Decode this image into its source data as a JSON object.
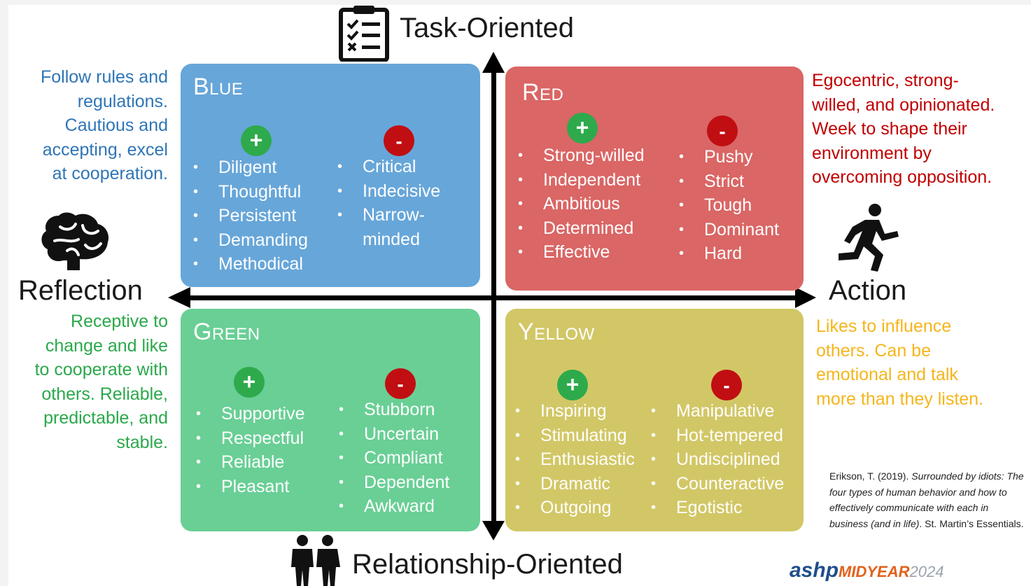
{
  "axes": {
    "top": "Task-Oriented",
    "bottom": "Relationship-Oriented",
    "left": "Reflection",
    "right": "Action"
  },
  "quadrants": {
    "blue": {
      "title": "Blue",
      "color": "#67a6d9",
      "plus": "+",
      "minus": "-",
      "positives": [
        "Diligent",
        "Thoughtful",
        "Persistent",
        "Demanding",
        "Methodical"
      ],
      "negatives": [
        "Critical",
        "Indecisive",
        "Narrow-",
        "minded"
      ]
    },
    "red": {
      "title": "Red",
      "color": "#da6665",
      "plus": "+",
      "minus": "-",
      "positives": [
        "Strong-willed",
        "Independent",
        "Ambitious",
        "Determined",
        "Effective"
      ],
      "negatives": [
        "Pushy",
        "Strict",
        "Tough",
        "Dominant",
        "Hard"
      ]
    },
    "green": {
      "title": "Green",
      "color": "#69cf95",
      "plus": "+",
      "minus": "-",
      "positives": [
        "Supportive",
        "Respectful",
        "Reliable",
        "Pleasant"
      ],
      "negatives": [
        "Stubborn",
        "Uncertain",
        "Compliant",
        "Dependent",
        "Awkward"
      ]
    },
    "yellow": {
      "title": "Yellow",
      "color": "#d2c766",
      "plus": "+",
      "minus": "-",
      "positives": [
        "Inspiring",
        "Stimulating",
        "Enthusiastic",
        "Dramatic",
        "Outgoing"
      ],
      "negatives": [
        "Manipulative",
        "Hot-tempered",
        "Undisciplined",
        "Counteractive",
        "Egotistic"
      ]
    }
  },
  "descriptions": {
    "blue": [
      "Follow rules and",
      "regulations.",
      "Cautious and",
      "accepting, excel",
      "at cooperation."
    ],
    "red": [
      "Egocentric, strong-",
      "willed, and opinionated.",
      "Week to shape their",
      "environment by",
      "overcoming opposition."
    ],
    "green": [
      "Receptive to",
      "change and like",
      "to cooperate with",
      "others. Reliable,",
      "predictable, and",
      "stable."
    ],
    "yellow": [
      "Likes to influence",
      "others. Can be",
      "emotional and talk",
      "more than they listen."
    ]
  },
  "citation": {
    "author": "Erikson, T. (2019). ",
    "title": "Surrounded by idiots: The four types of human behavior and how to effectively communicate with each in business (and in life)",
    "publisher": ". St. Martin’s Essentials."
  },
  "logo": {
    "brand": "ashp",
    "event": "MIDYEAR",
    "year": "2024"
  },
  "icons": {
    "top": "clipboard-checklist-icon",
    "left": "brain-icon",
    "right": "running-person-icon",
    "bottom": "two-people-icon"
  },
  "colors": {
    "blue_text": "#2e75b6",
    "red_text": "#c00000",
    "green_text": "#2aa84a",
    "yellow_text": "#f5b51c"
  }
}
